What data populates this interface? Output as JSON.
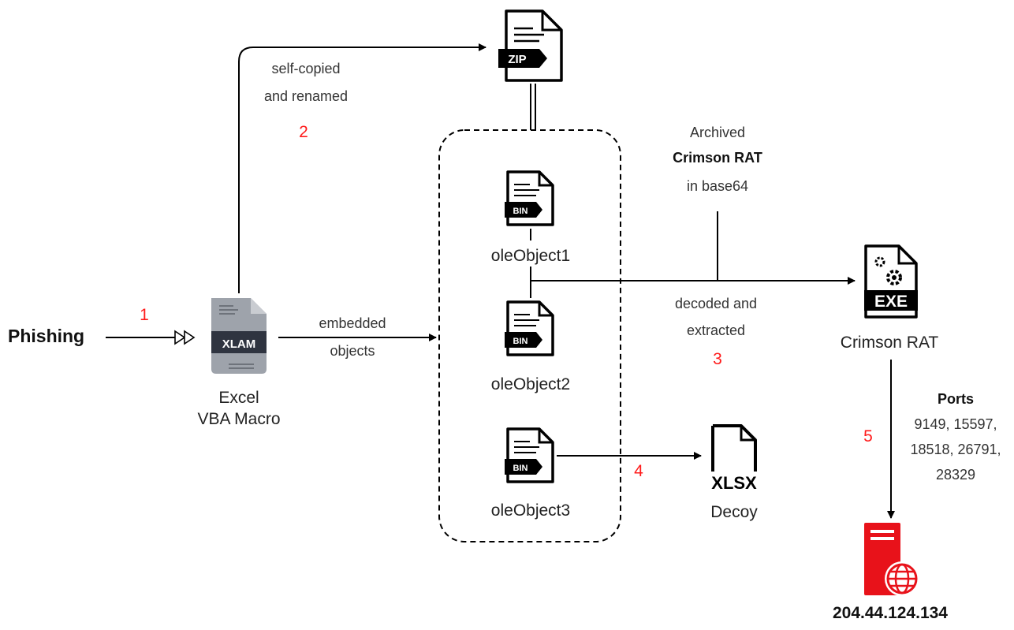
{
  "labels": {
    "phishing": "Phishing",
    "excel_line1": "Excel",
    "excel_line2": "VBA Macro",
    "embedded_line1": "embedded",
    "embedded_line2": "objects",
    "selfcopied_line1": "self-copied",
    "selfcopied_line2": "and renamed",
    "archived_line1": "Archived",
    "archived_line2": "Crimson RAT",
    "archived_line3": "in base64",
    "decoded_line1": "decoded and",
    "decoded_line2": "extracted",
    "ole1": "oleObject1",
    "ole2": "oleObject2",
    "ole3": "oleObject3",
    "crimson_rat": "Crimson RAT",
    "decoy": "Decoy",
    "ports_title": "Ports",
    "ports_line1": "9149, 15597,",
    "ports_line2": "18518, 26791,",
    "ports_line3": "28329",
    "ip": "204.44.124.134"
  },
  "icons": {
    "xlam_tag": "XLAM",
    "zip_tag": "ZIP",
    "bin_tag": "BIN",
    "exe_tag": "EXE",
    "xlsx_tag": "XLSX"
  },
  "steps": [
    "1",
    "2",
    "3",
    "4",
    "5"
  ],
  "colors": {
    "step": "#ff1a1a",
    "server": "#e8121a",
    "xlam_doc": "#9ea3ab",
    "stroke": "#000000"
  }
}
